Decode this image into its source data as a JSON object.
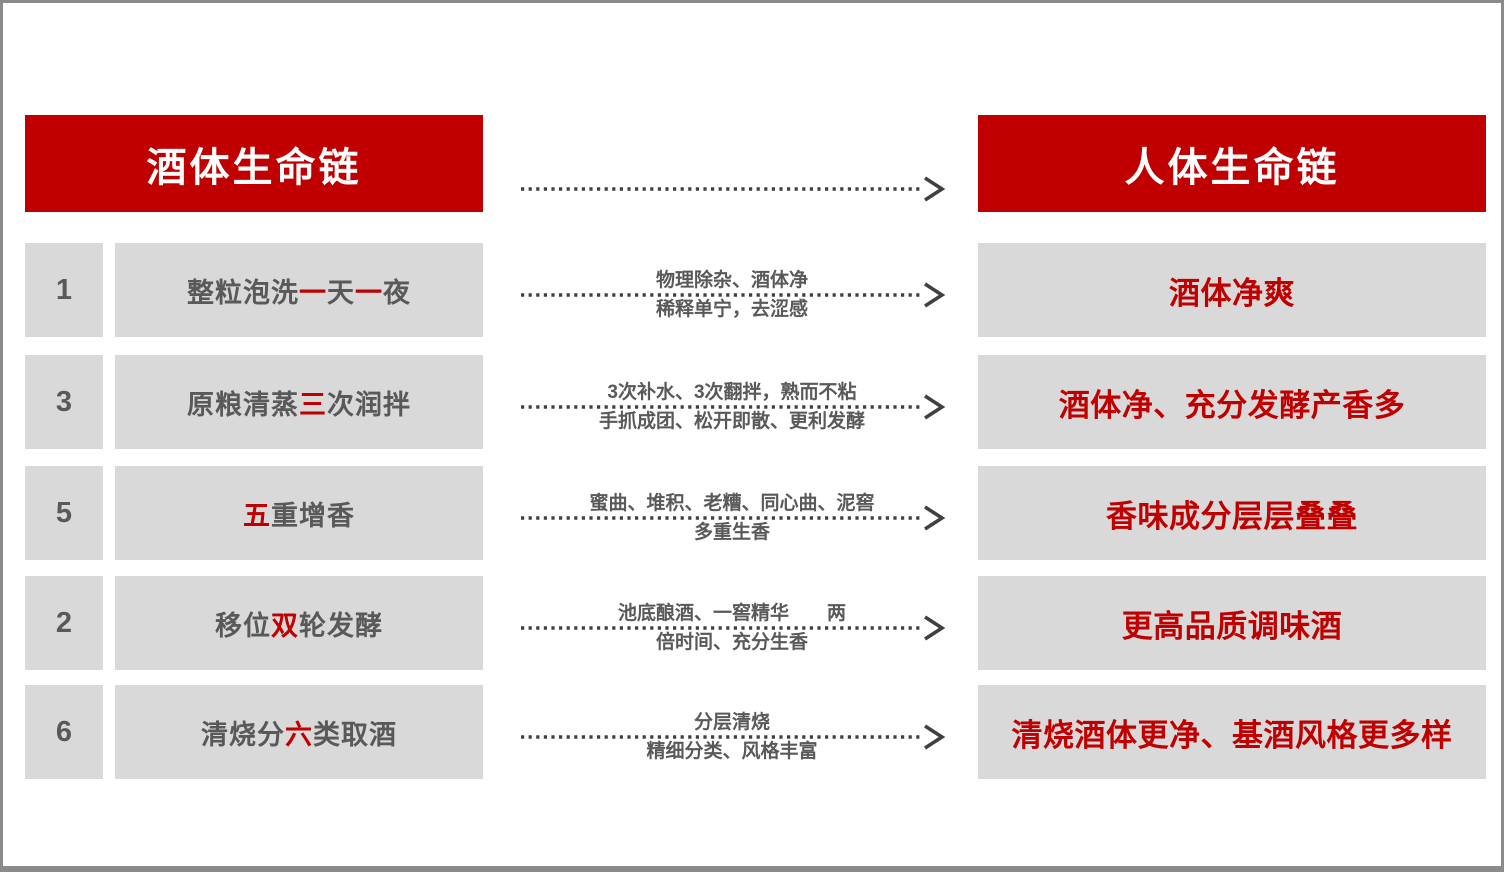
{
  "colors": {
    "accent_red": "#C00000",
    "box_gray": "#D9D9D9",
    "text_gray": "#595959",
    "arrow_gray": "#404040",
    "header_text": "#FFFFFF"
  },
  "headers": {
    "left": "酒体生命链",
    "right": "人体生命链"
  },
  "rows": [
    {
      "num": "1",
      "left_segments": [
        {
          "t": "整粒泡洗"
        },
        {
          "t": "一",
          "red": true
        },
        {
          "t": "天"
        },
        {
          "t": "一",
          "red": true
        },
        {
          "t": "夜"
        }
      ],
      "arrow_line1": "物理除杂、酒体净",
      "arrow_line2": "稀释单宁，去涩感",
      "right": "酒体净爽"
    },
    {
      "num": "3",
      "left_segments": [
        {
          "t": "原粮清蒸"
        },
        {
          "t": "三",
          "red": true
        },
        {
          "t": "次润拌"
        }
      ],
      "arrow_line1": "3次补水、3次翻拌，熟而不粘",
      "arrow_line2": "手抓成团、松开即散、更利发酵",
      "right": "酒体净、充分发酵产香多"
    },
    {
      "num": "5",
      "left_segments": [
        {
          "t": "五",
          "red": true
        },
        {
          "t": "重增香"
        }
      ],
      "arrow_line1": "蜜曲、堆积、老糟、同心曲、泥窖",
      "arrow_line2": "多重生香",
      "right": "香味成分层层叠叠"
    },
    {
      "num": "2",
      "left_segments": [
        {
          "t": "移位"
        },
        {
          "t": "双",
          "red": true
        },
        {
          "t": "轮发酵"
        }
      ],
      "arrow_line1": "池底酿酒、一窖精华　　两",
      "arrow_line2": "倍时间、充分生香",
      "right": "更高品质调味酒"
    },
    {
      "num": "6",
      "left_segments": [
        {
          "t": "清烧分"
        },
        {
          "t": "六",
          "red": true
        },
        {
          "t": "类取酒"
        }
      ],
      "arrow_line1": "分层清烧",
      "arrow_line2": "精细分类、风格丰富",
      "right": "清烧酒体更净、基酒风格更多样"
    }
  ]
}
